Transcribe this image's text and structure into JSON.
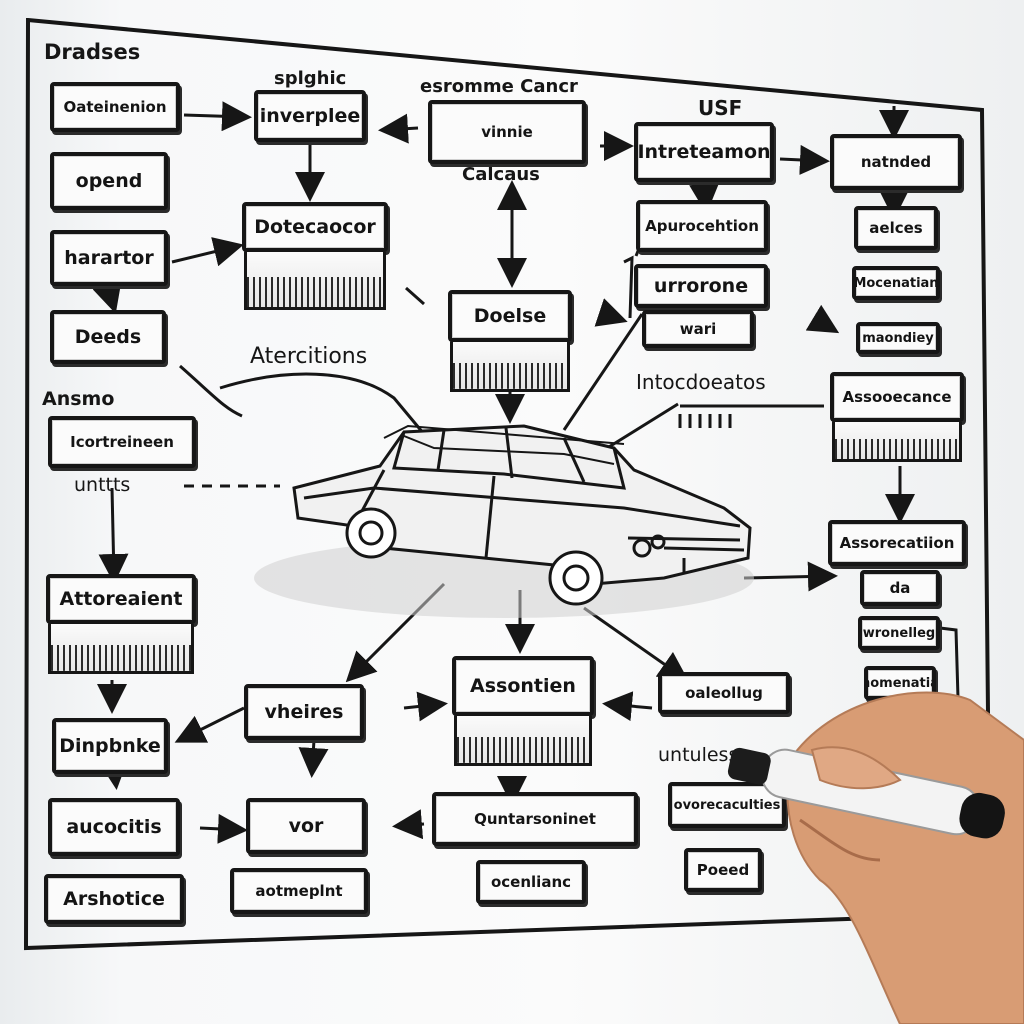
{
  "boxes": {
    "oateinenion": "Oateinenion",
    "inverplee": "inverplee",
    "vinnie": "vinnie",
    "intreteamon": "Intreteamon",
    "natnded": "natnded",
    "opend": "opend",
    "dotecaocor": "Dotecaocor",
    "apurocehtion": "Apurocehtion",
    "aelces": "aelces",
    "harartor": "harartor",
    "unrorone": "urrorone",
    "wari": "wari",
    "mocenatian": "Mocenatian",
    "deeds": "Deeds",
    "doelse": "Doelse",
    "maondiey": "maondiey",
    "iconttreineen": "Icortreineen",
    "assooecance": "Assooecance",
    "assorecatiion": "Assorecatiion",
    "da": "da",
    "wronelleg": "wronelleg",
    "nomenatia": "nomenatia",
    "attoreaient": "Attoreaient",
    "vheires": "vheires",
    "assontien": "Assontien",
    "oaleollug": "oaleollug",
    "dinpbnke": "Dinpbnke",
    "ovorecaculties": "ovorecaculties",
    "aucocitis": "aucocitis",
    "vor": "vor",
    "quntarsoninet": "Quntarsoninet",
    "poeed": "Poeed",
    "arshotice": "Arshotice",
    "aotmeplnt": "aotmeplnt",
    "ocenlianc": "ocenlianc"
  },
  "labels": {
    "dradses": "Dradses",
    "splghic": "splghic",
    "esromme_cancr": "esromme Cancr",
    "usf": "USF",
    "calcaus": "Calcaus",
    "atercitions": "Atercitions",
    "intocdoeatos": "Intocdoeatos",
    "ansmo": "Ansmo",
    "unttts": "unttts",
    "untuless": "untuless"
  },
  "colors": {
    "ink": "#161616",
    "board": "#fbfbfb",
    "marker_body": "#f3f3f3",
    "marker_cap": "#141414",
    "skin": "#d89c74"
  }
}
